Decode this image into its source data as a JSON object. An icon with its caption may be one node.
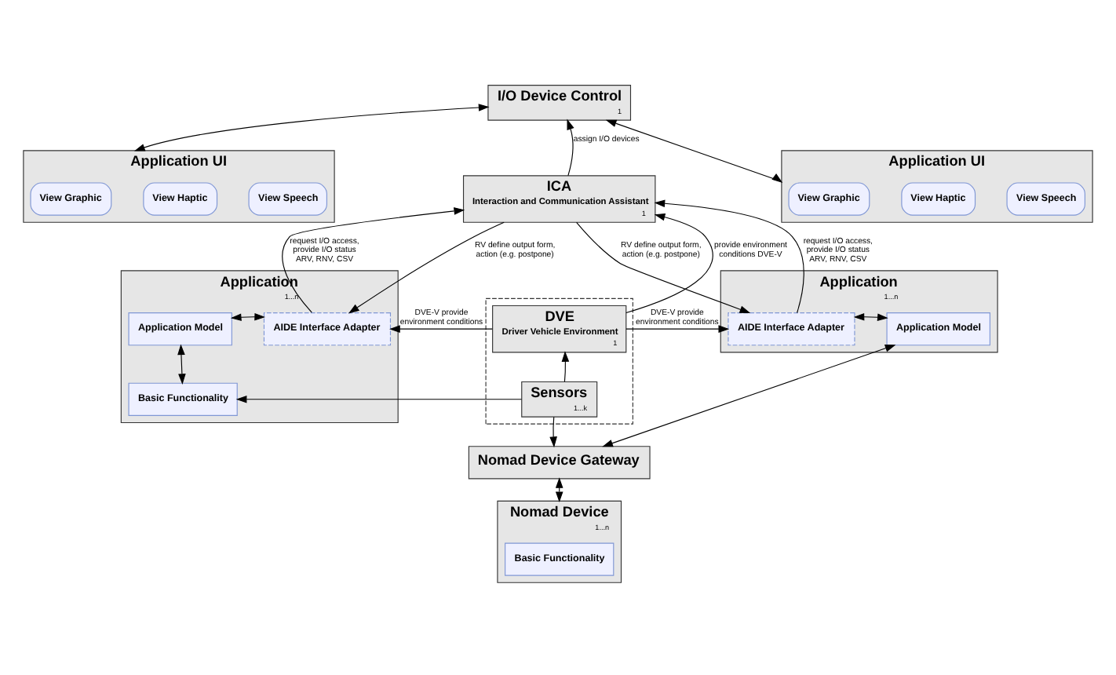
{
  "diagram": {
    "nodes": [
      {
        "text": [
          "I/O Device Control",
          "1"
        ]
      },
      {
        "text": [
          "Application UI"
        ]
      },
      {
        "text": [
          "View Graphic"
        ],
        "in": 1
      },
      {
        "text": [
          "View Haptic"
        ],
        "in": 1
      },
      {
        "text": [
          "View Speech"
        ],
        "in": 1
      },
      {
        "text": [
          "Application"
        ],
        "beside": [
          "1...n"
        ]
      },
      {
        "text": [
          "Application Model"
        ],
        "in": 5
      },
      {
        "text": [
          "AIDE Interface Adapter"
        ],
        "in": 5
      },
      {
        "text": [
          "Basic Functionality"
        ],
        "in": 5
      },
      {
        "text": [
          "ICA",
          "Interaction and Communication Assistant",
          "1"
        ]
      },
      {
        "text": [],
        "shape": "box"
      },
      {
        "text": [
          "DVE",
          "Driver Vehicle Environment",
          "1"
        ],
        "in": 10
      },
      {
        "text": [
          "Sensors",
          "1...k"
        ],
        "in": 10
      },
      {
        "text": [
          "Application UI"
        ]
      },
      {
        "text": [
          "View Graphic"
        ],
        "in": 13
      },
      {
        "text": [
          "View Haptic"
        ],
        "in": 13
      },
      {
        "text": [
          "View Speech"
        ],
        "in": 13
      },
      {
        "text": [
          "Application"
        ],
        "beside": [
          "1...n"
        ]
      },
      {
        "text": [
          "AIDE Interface Adapter"
        ],
        "in": 17
      },
      {
        "text": [
          "Application Model"
        ],
        "in": 17
      },
      {
        "text": [
          "Nomad Device Gateway"
        ]
      },
      {
        "text": [
          "Nomad Device"
        ],
        "beside": [
          "1...n"
        ]
      },
      {
        "text": [
          "Basic Functionality"
        ],
        "in": 21
      }
    ],
    "edges": [
      {
        "from": 0,
        "to": 1,
        "arrow": "both"
      },
      {
        "from": 0,
        "to": 13,
        "arrow": "both"
      },
      {
        "from": 9,
        "to": 0,
        "arrow": "to",
        "label": "assign I/O devices"
      },
      {
        "from": 7,
        "to": 9,
        "arrow": "to",
        "label": "request I/O access, provide I/O status ARV, RNV, CSV"
      },
      {
        "from": 9,
        "to": 7,
        "arrow": "to",
        "label": "RV define output form, action (e.g. postpone)"
      },
      {
        "from": 18,
        "to": 9,
        "arrow": "to",
        "label": "request I/O access, provide I/O status ARV, RNV, CSV"
      },
      {
        "from": 9,
        "to": 18,
        "arrow": "to",
        "label": "RV define output form, action (e.g. postpone)"
      },
      {
        "from": 11,
        "to": 9,
        "arrow": "to",
        "label": "provide environment conditions DVE-V"
      },
      {
        "from": 11,
        "to": 7,
        "arrow": "to",
        "label": "DVE-V provide environment conditions"
      },
      {
        "from": 11,
        "to": 18,
        "arrow": "to",
        "label": "DVE-V provide environment conditions"
      },
      {
        "from": 12,
        "to": 11,
        "arrow": "to"
      },
      {
        "from": 6,
        "to": 7,
        "arrow": "both"
      },
      {
        "from": 6,
        "to": 8,
        "arrow": "both"
      },
      {
        "from": 18,
        "to": 19,
        "arrow": "both"
      },
      {
        "from": 19,
        "to": 20,
        "arrow": "both"
      },
      {
        "from": 12,
        "to": 8,
        "arrow": "to"
      },
      {
        "from": 12,
        "to": 20,
        "arrow": "to"
      },
      {
        "from": 20,
        "to": 21,
        "arrow": "both"
      }
    ]
  }
}
